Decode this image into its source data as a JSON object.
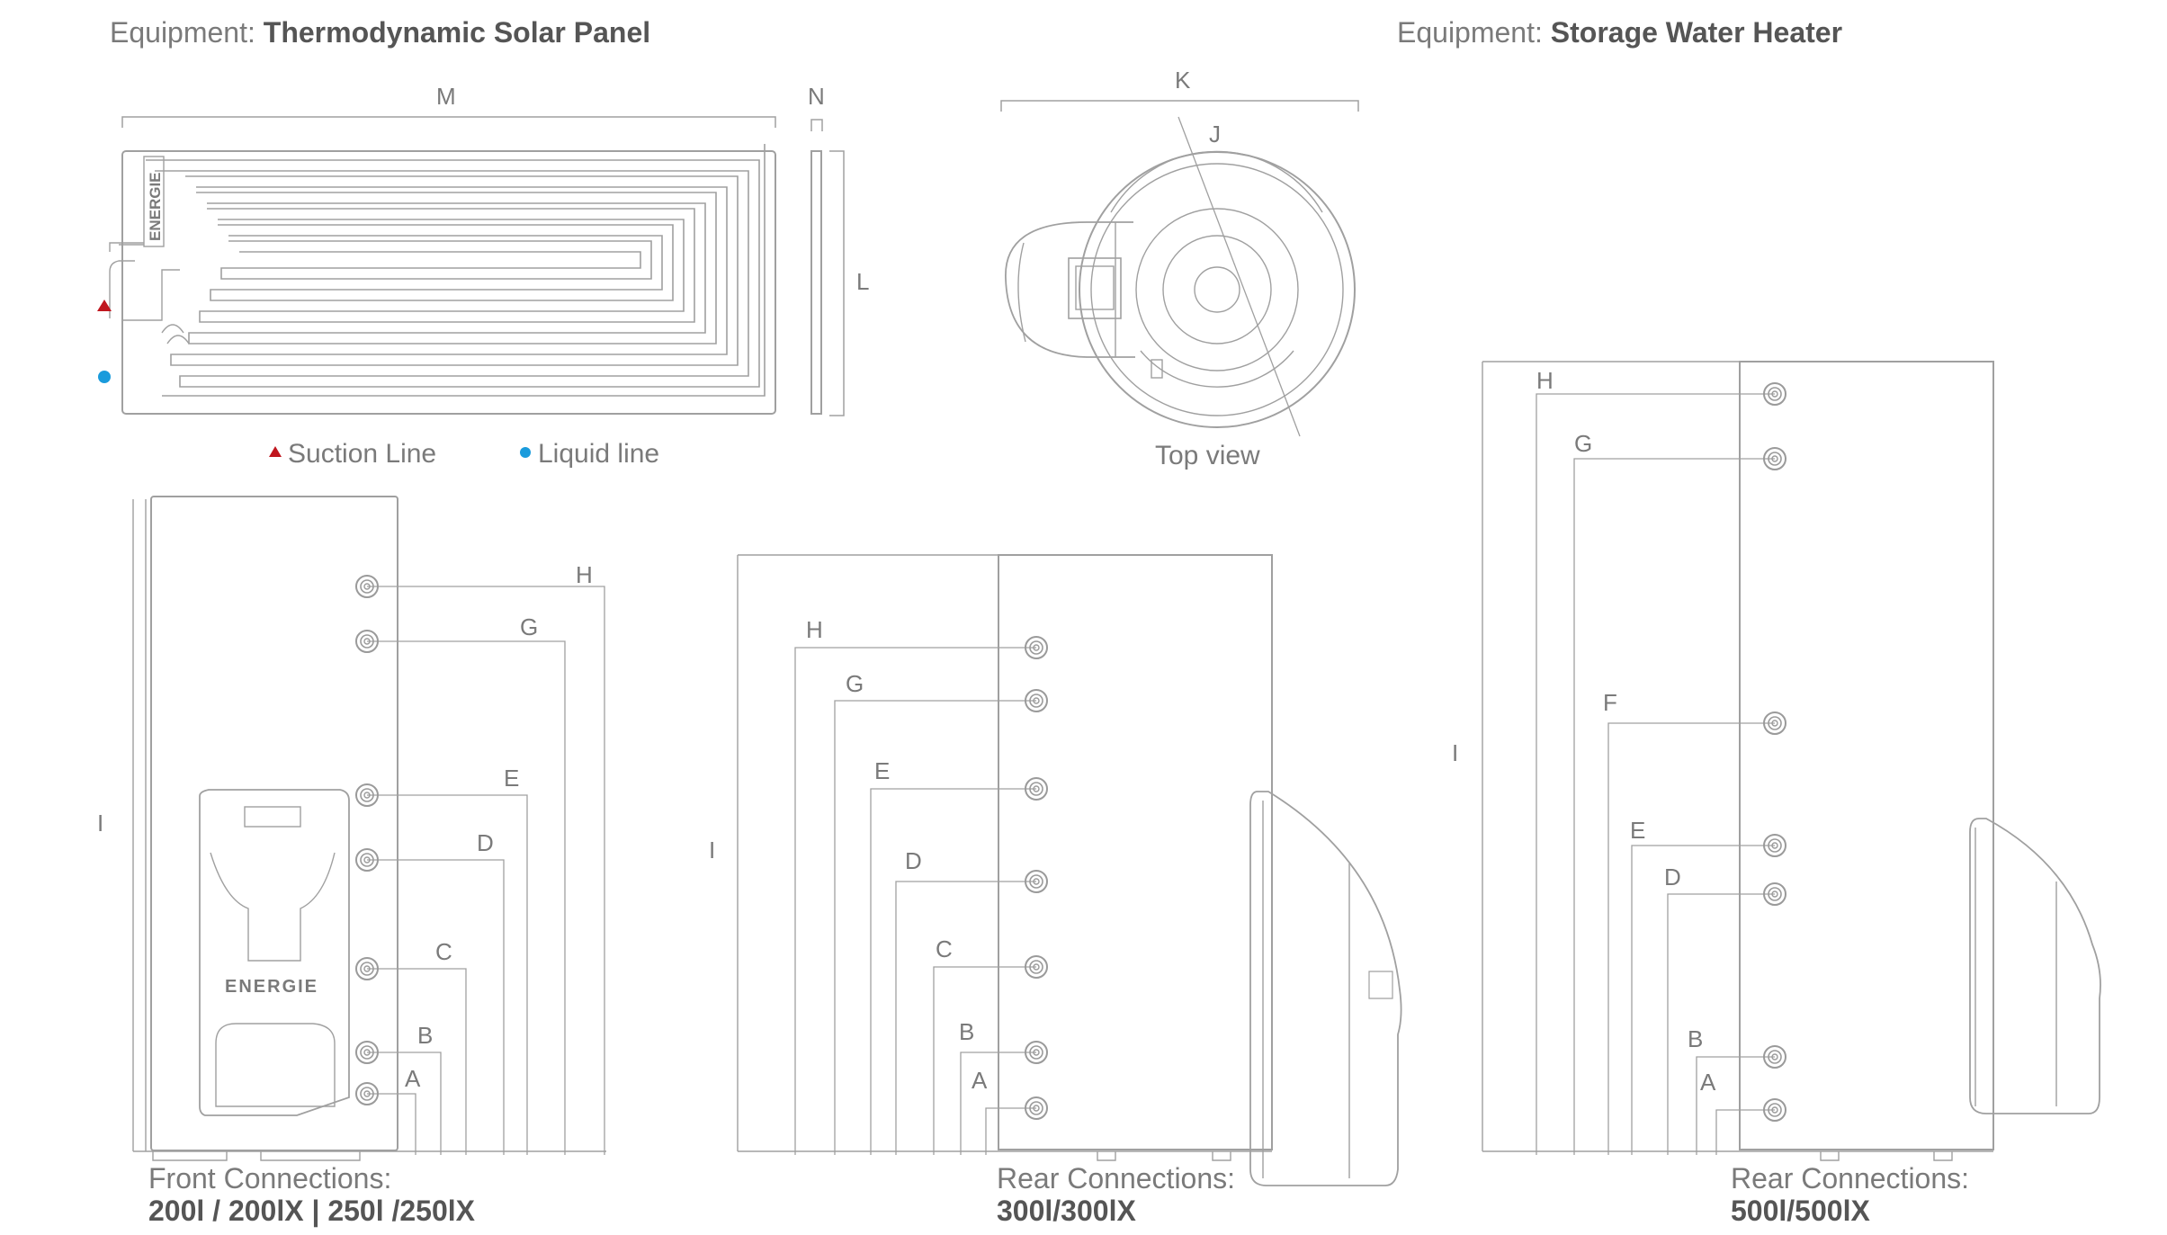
{
  "headers": {
    "panel_prefix": "Equipment: ",
    "panel_name": "Thermodynamic Solar Panel",
    "heater_prefix": "Equipment: ",
    "heater_name": "Storage Water Heater"
  },
  "legend": {
    "suction": "Suction Line",
    "liquid": "Liquid line",
    "suction_color": "#c0161e",
    "liquid_color": "#1a9bdc"
  },
  "panel_labels": {
    "M": "M",
    "N": "N",
    "L": "L",
    "brand": "ENERGIE"
  },
  "top_view": {
    "K": "K",
    "J": "J",
    "caption": "Top view"
  },
  "front_heater": {
    "labels": {
      "I": "I",
      "H": "H",
      "G": "G",
      "E": "E",
      "D": "D",
      "C": "C",
      "B": "B",
      "A": "A"
    },
    "brand": "ENERGIE",
    "caption_line1": "Front Connections:",
    "caption_line2": "200l / 200lX | 250l /250lX"
  },
  "rear300_heater": {
    "labels": {
      "I": "I",
      "H": "H",
      "G": "G",
      "E": "E",
      "D": "D",
      "C": "C",
      "B": "B",
      "A": "A"
    },
    "caption_line1": "Rear Connections:",
    "caption_line2": "300l/300lX"
  },
  "rear500_heater": {
    "labels": {
      "I": "I",
      "H": "H",
      "G": "G",
      "F": "F",
      "E": "E",
      "D": "D",
      "B": "B",
      "A": "A"
    },
    "caption_line1": "Rear Connections:",
    "caption_line2": "500l/500lX"
  },
  "line_color": "#9a9a9a"
}
